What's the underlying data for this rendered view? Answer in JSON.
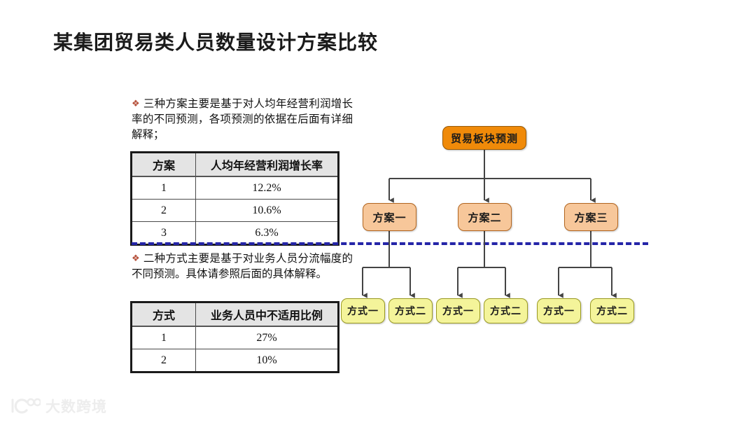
{
  "page_title": "某集团贸易类人员数量设计方案比较",
  "bullets": [
    {
      "marker": "❖",
      "text": "三种方案主要是基于对人均年经营利润增长率的不同预测，各项预测的依据在后面有详细解释；"
    },
    {
      "marker": "❖",
      "text": "二种方式主要是基于对业务人员分流幅度的不同预测。具体请参照后面的具体解释。"
    }
  ],
  "tables": [
    {
      "headers": [
        "方案",
        "人均年经营利润增长率"
      ],
      "rows": [
        [
          "1",
          "12.2%"
        ],
        [
          "2",
          "10.6%"
        ],
        [
          "3",
          "6.3%"
        ]
      ]
    },
    {
      "headers": [
        "方式",
        "业务人员中不适用比例"
      ],
      "rows": [
        [
          "1",
          "27%"
        ],
        [
          "2",
          "10%"
        ]
      ]
    }
  ],
  "org_chart": {
    "root": {
      "label": "贸易板块预测",
      "color": "#f08a09"
    },
    "level2": [
      {
        "label": "方案一",
        "color": "#f7c79a"
      },
      {
        "label": "方案二",
        "color": "#f7c79a"
      },
      {
        "label": "方案三",
        "color": "#f7c79a"
      }
    ],
    "level3": [
      {
        "label": "方式一",
        "color": "#f4f49a"
      },
      {
        "label": "方式二",
        "color": "#f4f49a"
      },
      {
        "label": "方式一",
        "color": "#f4f49a"
      },
      {
        "label": "方式二",
        "color": "#f4f49a"
      },
      {
        "label": "方式一",
        "color": "#f4f49a"
      },
      {
        "label": "方式二",
        "color": "#f4f49a"
      }
    ],
    "connector_color": "#444444"
  },
  "divider": {
    "color": "#2525a8",
    "style": "dashed"
  },
  "watermark": {
    "text": "大数跨境"
  }
}
